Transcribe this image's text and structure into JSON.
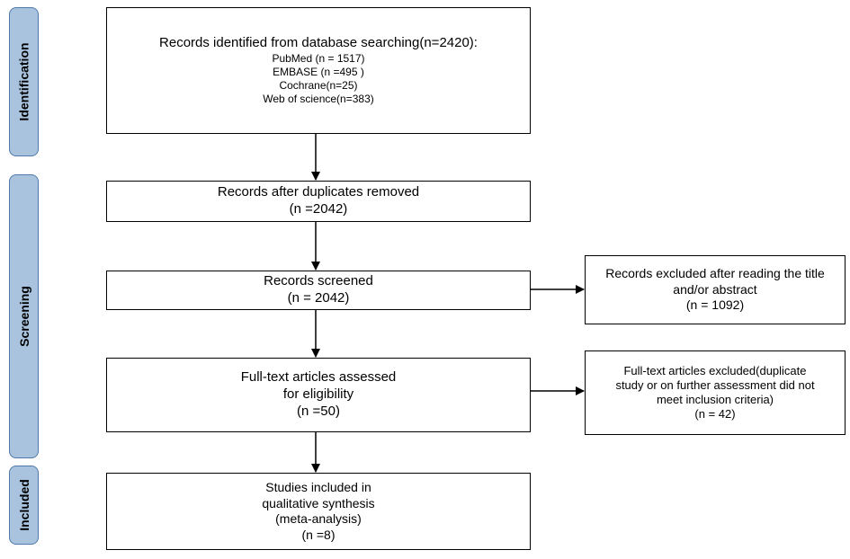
{
  "phases": {
    "identification": "Identification",
    "screening": "Screening",
    "included": "Included"
  },
  "boxes": {
    "identified": {
      "title": "Records identified from database searching(n=2420):",
      "sources": [
        "PubMed (n = 1517)",
        "EMBASE (n =495 )",
        "Cochrane(n=25)",
        "Web of science(n=383)"
      ]
    },
    "deduplicated": [
      "Records after duplicates removed",
      "(n =2042)"
    ],
    "screened": [
      "Records screened",
      "(n = 2042)"
    ],
    "excluded_title": [
      "Records excluded after reading the title",
      "and/or abstract",
      "(n = 1092)"
    ],
    "fulltext": [
      "Full-text articles assessed",
      "for eligibility",
      "(n =50)"
    ],
    "excluded_fulltext": [
      "Full-text articles excluded(duplicate",
      "study or on further assessment did not",
      "meet inclusion criteria)",
      "(n = 42)"
    ],
    "included": [
      "Studies included in",
      "qualitative synthesis",
      "(meta-analysis)",
      "(n =8)"
    ]
  }
}
